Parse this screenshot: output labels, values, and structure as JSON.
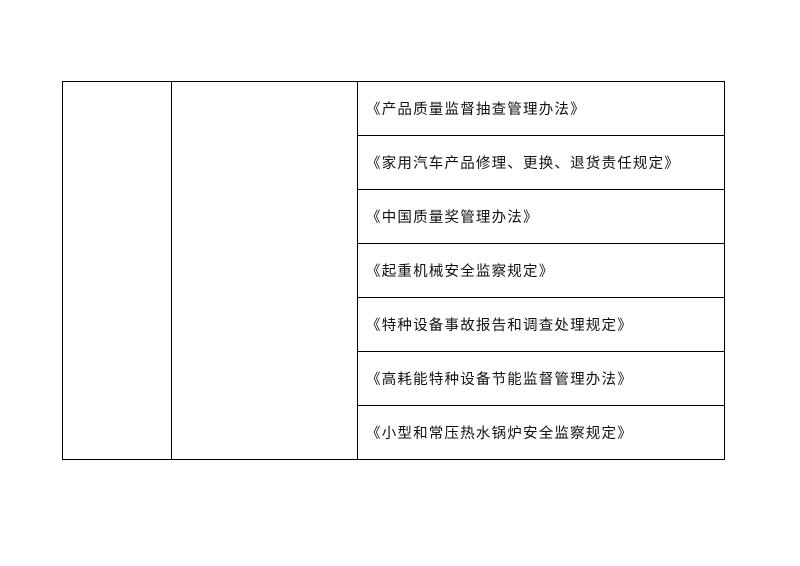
{
  "table": {
    "col1_text": "",
    "col2_text": "",
    "regulations": [
      "《产品质量监督抽查管理办法》",
      "《家用汽车产品修理、更换、退货责任规定》",
      "《中国质量奖管理办法》",
      "《起重机械安全监察规定》",
      "《特种设备事故报告和调查处理规定》",
      "《高耗能特种设备节能监督管理办法》",
      "《小型和常压热水锅炉安全监察规定》"
    ]
  }
}
